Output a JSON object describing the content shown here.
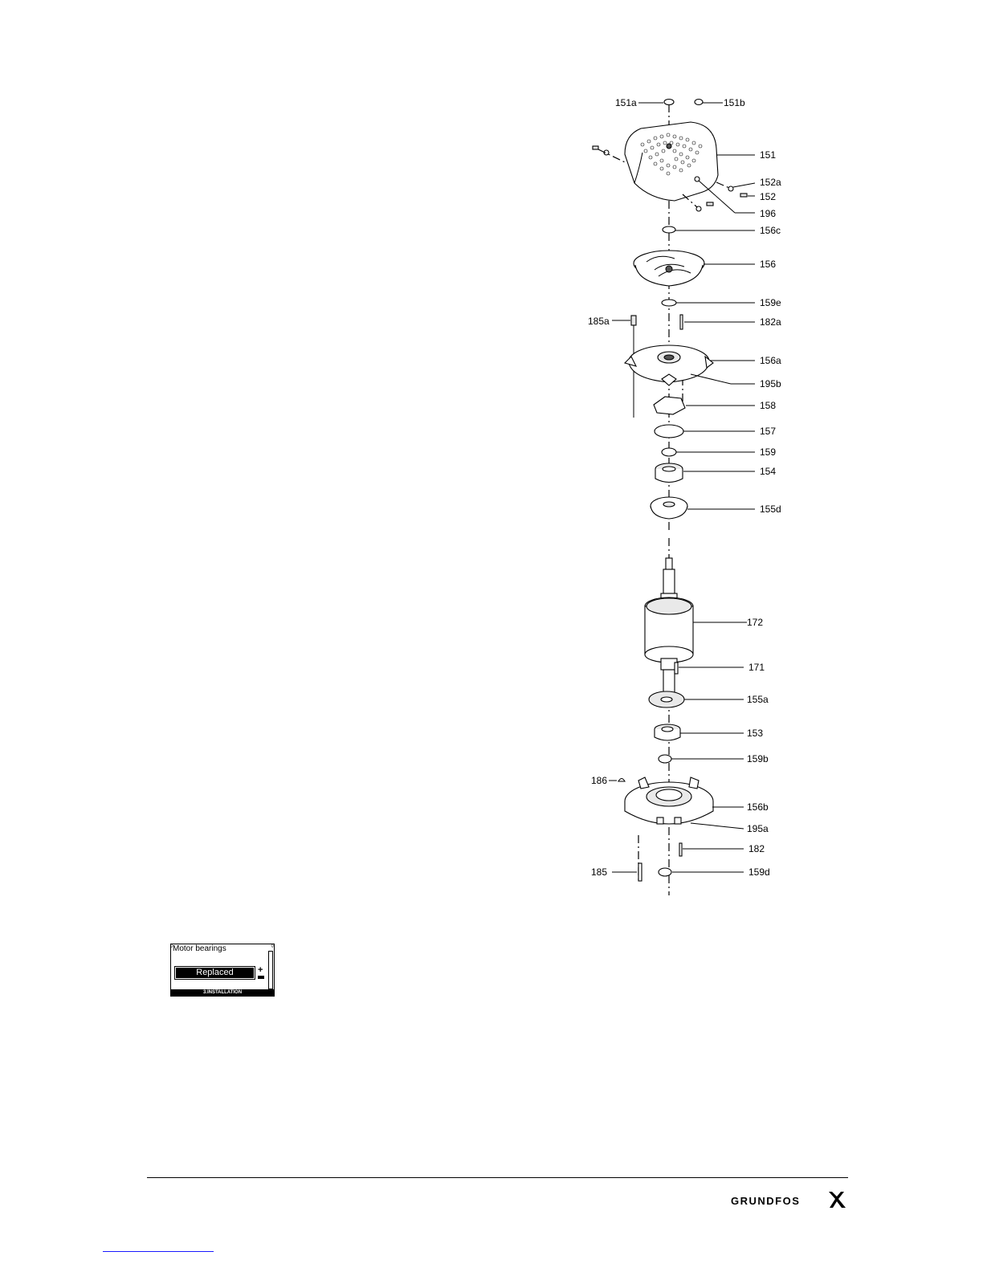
{
  "diagram": {
    "labels": {
      "p151a": "151a",
      "p151b": "151b",
      "p151": "151",
      "p152a": "152a",
      "p152": "152",
      "p196": "196",
      "p156c": "156c",
      "p156": "156",
      "p159e": "159e",
      "p185a": "185a",
      "p182a": "182a",
      "p156a": "156a",
      "p195b": "195b",
      "p158": "158",
      "p157": "157",
      "p159": "159",
      "p154": "154",
      "p155d": "155d",
      "p172": "172",
      "p171": "171",
      "p155a": "155a",
      "p153": "153",
      "p159b": "159b",
      "p186": "186",
      "p156b": "156b",
      "p195a": "195a",
      "p182": "182",
      "p185": "185",
      "p159d": "159d"
    }
  },
  "display": {
    "title": "Motor bearings",
    "value": "Replaced",
    "plus_symbol": "+",
    "footer": "3.INSTALLATION"
  },
  "footer": {
    "brand": "GRUNDFOS"
  }
}
